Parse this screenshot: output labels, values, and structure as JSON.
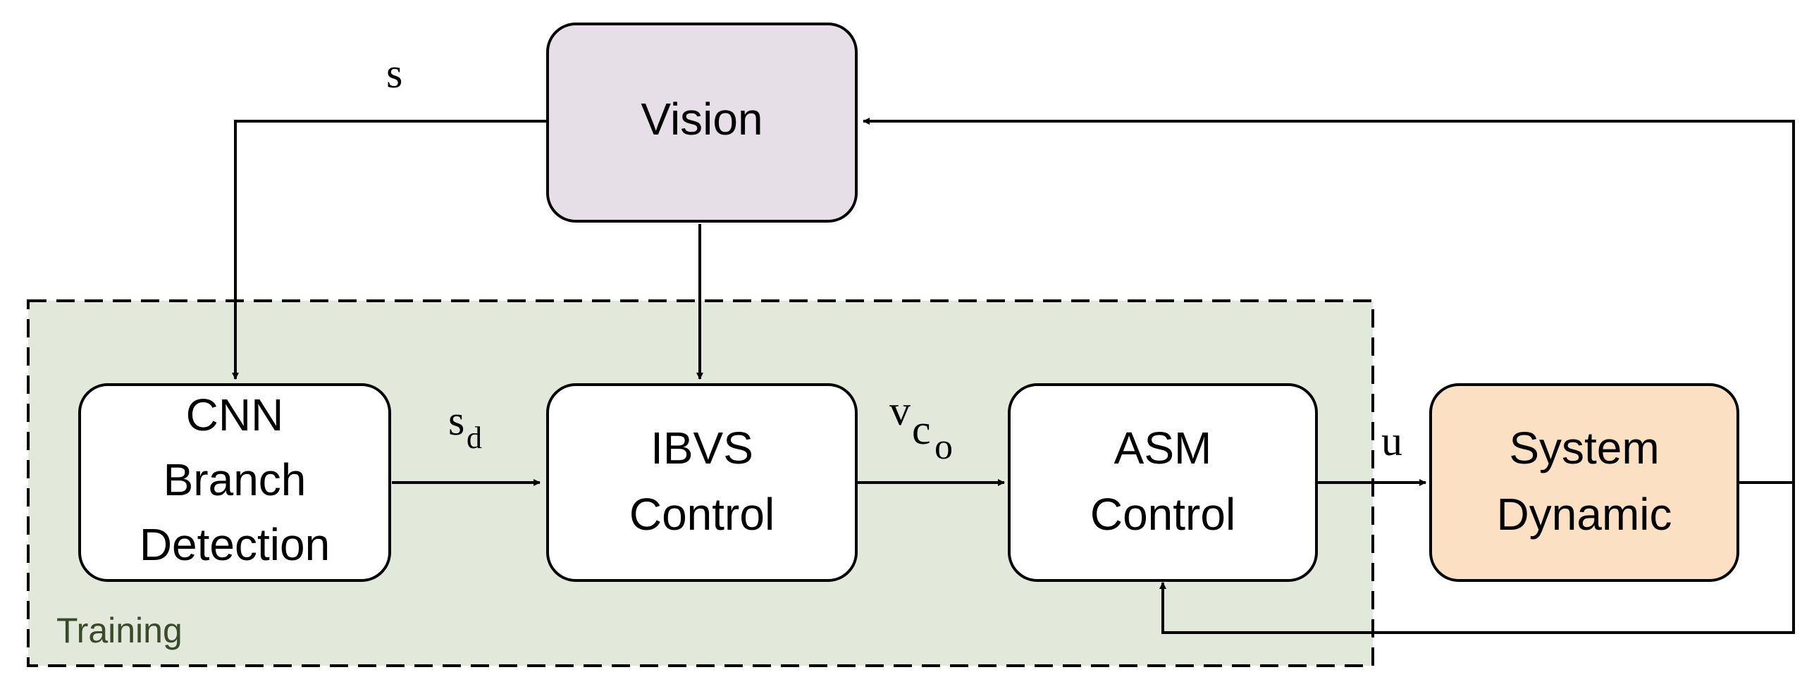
{
  "colors": {
    "vision_fill": "#e7dfe7",
    "system_fill": "#fbe0c4",
    "training_fill": "#e2e8da",
    "training_label": "#3a4a2a",
    "block_fill": "#ffffff",
    "stroke": "#000000"
  },
  "training": {
    "label": "Training"
  },
  "blocks": {
    "vision": {
      "line1": "Vision"
    },
    "cnn": {
      "line1": "CNN",
      "line2": "Branch",
      "line3": "Detection"
    },
    "ibvs": {
      "line1": "IBVS",
      "line2": "Control"
    },
    "asm": {
      "line1": "ASM",
      "line2": "Control"
    },
    "system": {
      "line1": "System",
      "line2": "Dynamic"
    }
  },
  "signals": {
    "s": "s",
    "sd_base": "s",
    "sd_sub": "d",
    "vco_base": "v",
    "vco_mid": "c",
    "vco_sub": "o",
    "u": "u"
  }
}
